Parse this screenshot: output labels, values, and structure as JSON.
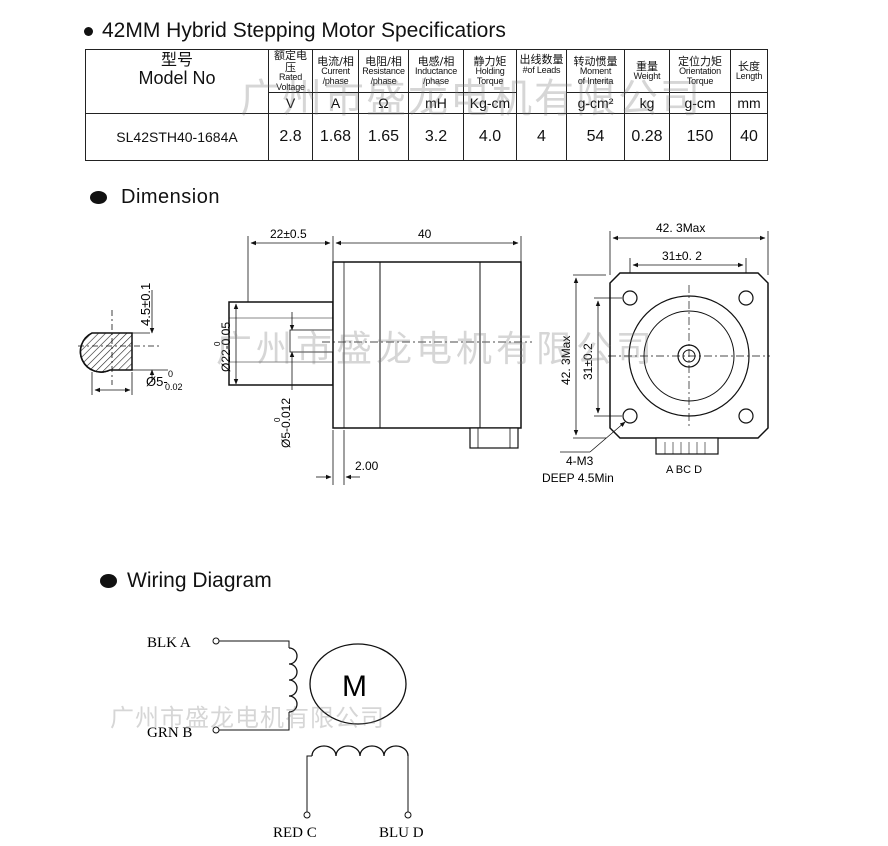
{
  "spec": {
    "title": "42MM Hybrid Stepping Motor Specificatiors",
    "model_header_cn": "型号",
    "model_header_en": "Model No",
    "columns": [
      {
        "cn": "额定电压",
        "en1": "Rated",
        "en2": "Voltage",
        "unit": "V",
        "value": "2.8"
      },
      {
        "cn": "电流/相",
        "en1": "Current",
        "en2": "/phase",
        "unit": "A",
        "value": "1.68"
      },
      {
        "cn": "电阻/相",
        "en1": "Resistance",
        "en2": "/phase",
        "unit": "Ω",
        "value": "1.65"
      },
      {
        "cn": "电感/相",
        "en1": "Inductance",
        "en2": "/phase",
        "unit": "mH",
        "value": "3.2"
      },
      {
        "cn": "静力矩",
        "en1": "Holding",
        "en2": "Torque",
        "unit": "Kg-cm",
        "value": "4.0"
      },
      {
        "cn": "出线数量",
        "en1": "#of Leads",
        "en2": "",
        "unit": "",
        "value": "4"
      },
      {
        "cn": "转动惯量",
        "en1": "Moment",
        "en2": "of Interita",
        "unit": "g-cm²",
        "value": "54"
      },
      {
        "cn": "重量",
        "en1": "Weight",
        "en2": "",
        "unit": "kg",
        "value": "0.28"
      },
      {
        "cn": "定位力矩",
        "en1": "Orientation",
        "en2": "Torque",
        "unit": "g-cm",
        "value": "150"
      },
      {
        "cn": "长度",
        "en1": "Length",
        "en2": "",
        "unit": "mm",
        "value": "40"
      }
    ],
    "model_value": "SL42STH40-1684A"
  },
  "dimension": {
    "title": "Dimension",
    "shaft_len": "22±0.5",
    "body_len": "40",
    "flat_depth": "4.5±0.1",
    "flat_dia_main": "Ø5-",
    "flat_dia_up": "0",
    "flat_dia_low": "0.02",
    "boss_dia": "Ø22-0.05",
    "boss_dia_zero": "0",
    "shaft_dia": "Ø5-0.012",
    "shaft_dia_zero": "0",
    "flange_thk": "2.00",
    "width_max": "42. 3Max",
    "hole_pitch": "31±0. 2",
    "height_max": "42. 3Max",
    "hole_pitch_v": "31±0.2",
    "screw": "4-M3",
    "deep": "DEEP 4.5Min",
    "connector": "A  BC  D"
  },
  "wiring": {
    "title": "Wiring Diagram",
    "blk": "BLK  A",
    "grn": "GRN  B",
    "red": "RED  C",
    "blu": "BLU  D",
    "motor": "M"
  },
  "watermark": "广州市盛龙电机有限公司"
}
